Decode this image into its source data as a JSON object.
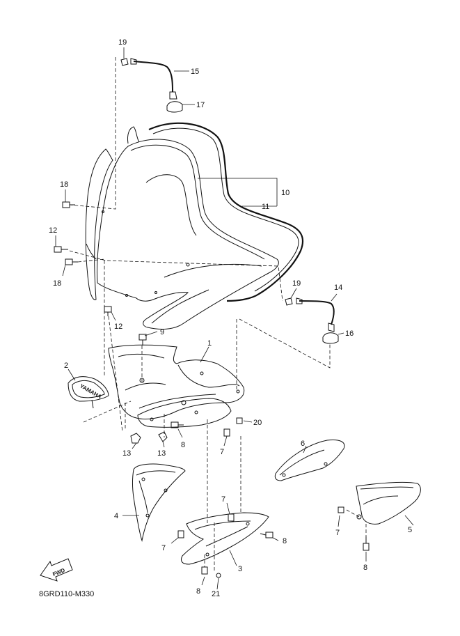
{
  "diagram_code": "8GRD110-M330",
  "direction_badge": "FWD",
  "brand_mark": "YAMAHA",
  "callouts": {
    "c1": "1",
    "c2": "2",
    "c3": "3",
    "c4": "4",
    "c5": "5",
    "c6": "6",
    "c7a": "7",
    "c7b": "7",
    "c7c": "7",
    "c7d": "7",
    "c8a": "8",
    "c8b": "8",
    "c8c": "8",
    "c8d": "8",
    "c9": "9",
    "c10": "10",
    "c11": "11",
    "c12a": "12",
    "c12b": "12",
    "c13a": "13",
    "c13b": "13",
    "c14": "14",
    "c15": "15",
    "c16": "16",
    "c17": "17",
    "c18a": "18",
    "c18b": "18",
    "c19a": "19",
    "c19b": "19",
    "c20": "20",
    "c21": "21"
  }
}
